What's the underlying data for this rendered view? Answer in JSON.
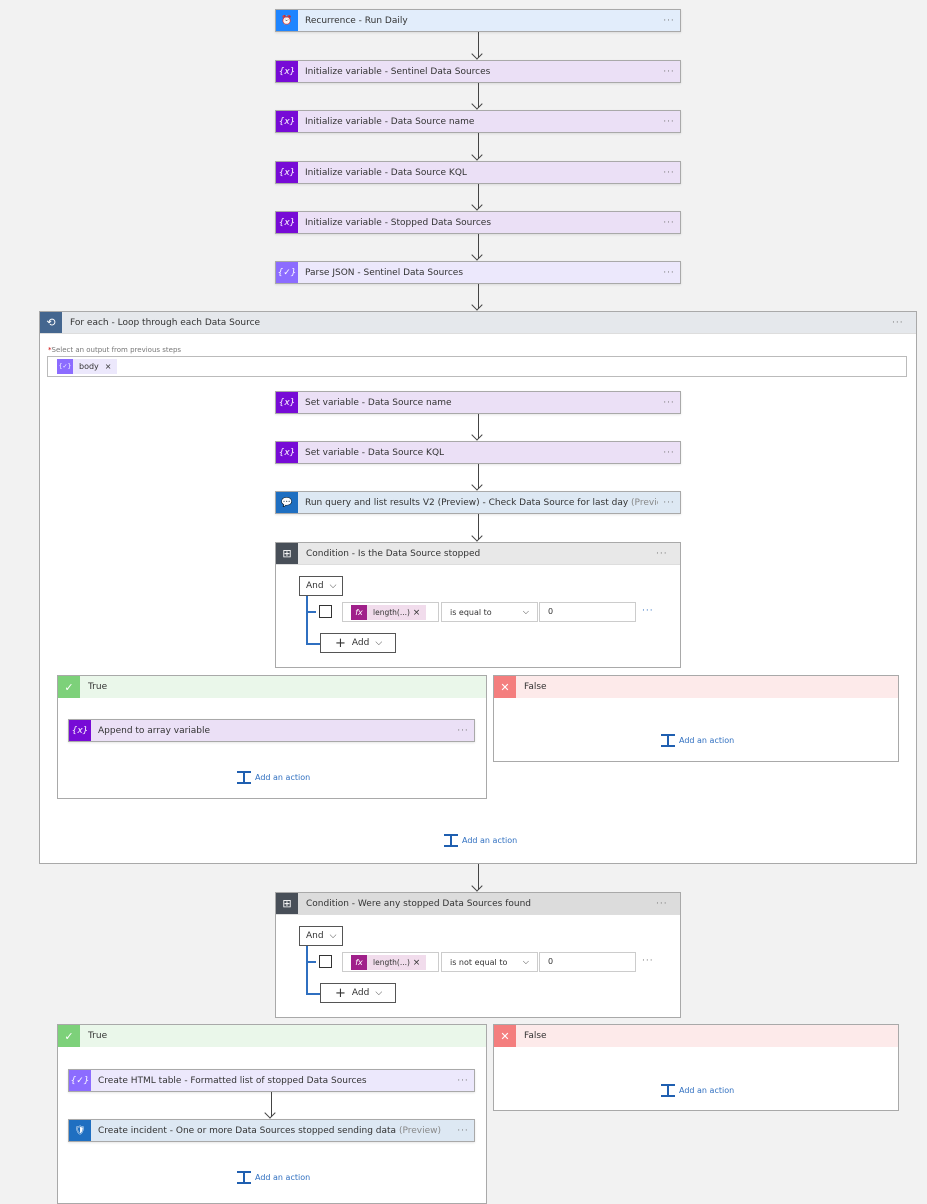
{
  "steps": {
    "recurrence": "Recurrence - Run Daily",
    "init1": "Initialize variable - Sentinel Data Sources",
    "init2": "Initialize variable - Data Source name",
    "init3": "Initialize variable - Data Source KQL",
    "init4": "Initialize variable - Stopped Data Sources",
    "parse": "Parse JSON - Sentinel Data Sources"
  },
  "foreach": {
    "title": "For each - Loop through each Data Source",
    "required_mark": "*",
    "field_label": "Select an output from previous steps",
    "token": "body",
    "set1": "Set variable - Data Source name",
    "set2": "Set variable - Data Source KQL",
    "query": "Run query and list results V2 (Preview) - Check Data Source for last day",
    "query_badge": "(Preview)",
    "add_action": "Add an action"
  },
  "condition1": {
    "title": "Condition - Is the Data Source stopped",
    "and": "And",
    "token": "length(...)",
    "operator": "is equal to",
    "value": "0",
    "add": "Add",
    "true_label": "True",
    "false_label": "False",
    "true_action": "Append to array variable",
    "add_action": "Add an action"
  },
  "condition2": {
    "title": "Condition - Were any stopped Data Sources found",
    "and": "And",
    "token": "length(...)",
    "operator": "is not equal to",
    "value": "0",
    "add": "Add",
    "true_label": "True",
    "false_label": "False",
    "true_action1": "Create HTML table - Formatted list of stopped Data Sources",
    "true_action2": "Create incident - One or more Data Sources stopped sending data",
    "true_action2_badge": "(Preview)",
    "add_action": "Add an action"
  },
  "more": "···",
  "icons": {
    "variable": "{x}",
    "parse": "{✓}",
    "fx": "fx",
    "close": "×"
  }
}
